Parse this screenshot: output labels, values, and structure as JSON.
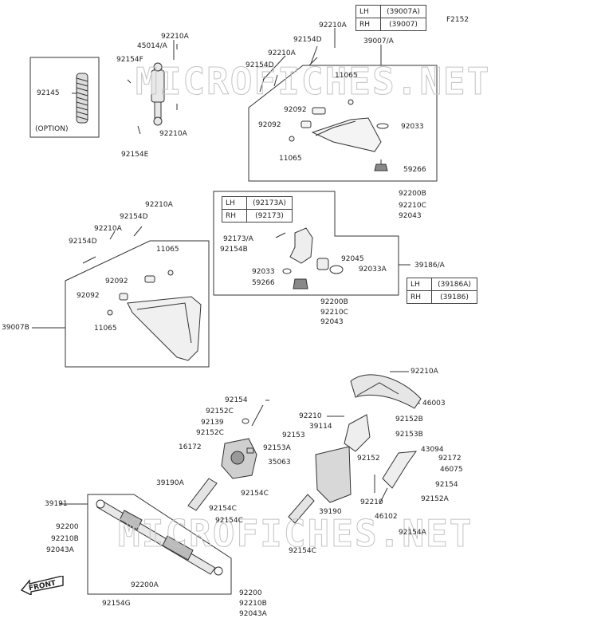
{
  "figure_code": "F2152",
  "watermark": "MICROFICHES.NET",
  "option_label": "(OPTION)",
  "front_label": "FRONT",
  "tables": {
    "upper_arm": [
      {
        "side": "LH",
        "code": "(39007A)"
      },
      {
        "side": "RH",
        "code": "(39007)"
      }
    ],
    "knuckle": [
      {
        "side": "LH",
        "code": "(92173A)"
      },
      {
        "side": "RH",
        "code": "(92173)"
      }
    ],
    "knuckle_assy": [
      {
        "side": "LH",
        "code": "(39186A)"
      },
      {
        "side": "RH",
        "code": "(39186)"
      }
    ]
  },
  "labels": {
    "l92210A_top": "92210A",
    "l92154D_top": "92154D",
    "l39007A": "39007/A",
    "l92210A_mid": "92210A",
    "l92154D_mid": "92154D",
    "l11065_a": "11065",
    "l92092_a": "92092",
    "l92092_b": "92092",
    "l92033_a": "92033",
    "l11065_b": "11065",
    "l59266_a": "59266",
    "l92210A_sh": "92210A",
    "l45014A": "45014/A",
    "l92154F": "92154F",
    "l92145": "92145",
    "l92210A_sh2": "92210A",
    "l92154E": "92154E",
    "l92200B_a": "92200B",
    "l92210C_a": "92210C",
    "l92043_a": "92043",
    "l92173A": "92173/A",
    "l92154B": "92154B",
    "l92045": "92045",
    "l39186A": "39186/A",
    "l92033A": "92033A",
    "l92033_b": "92033",
    "l59266_b": "59266",
    "l92200B_b": "92200B",
    "l92210C_b": "92210C",
    "l92043_b": "92043",
    "l92210A_l1": "92210A",
    "l92154D_l1": "92154D",
    "l92210A_l2": "92210A",
    "l92154D_l2": "92154D",
    "l11065_c": "11065",
    "l92092_c": "92092",
    "l92092_d": "92092",
    "l11065_d": "11065",
    "l39007B": "39007B",
    "l92210A_wh": "92210A",
    "l46003": "46003",
    "l92210": "92210",
    "l92152B": "92152B",
    "l39114": "39114",
    "l92153": "92153",
    "l92153B": "92153B",
    "l92153A": "92153A",
    "l35063": "35063",
    "l43094": "43094",
    "l92172": "92172",
    "l46075": "46075",
    "l92152": "92152",
    "l92154_r": "92154",
    "l92210_b": "92210",
    "l46102": "46102",
    "l92152A": "92152A",
    "l92154A": "92154A",
    "l92154_c": "92154",
    "l92152C_a": "92152C",
    "l92139": "92139",
    "l92152C_b": "92152C",
    "l16172": "16172",
    "l39190A": "39190A",
    "l92154C_a": "92154C",
    "l92154C_b": "92154C",
    "l92154C_c": "92154C",
    "l39190": "39190",
    "l92154C_d": "92154C",
    "l39191": "39191",
    "l92200_a": "92200",
    "l92210B_a": "92210B",
    "l92043A_a": "92043A",
    "l92200A": "92200A",
    "l92154G": "92154G",
    "l92200_b": "92200",
    "l92210B_b": "92210B",
    "l92043A_b": "92043A"
  }
}
